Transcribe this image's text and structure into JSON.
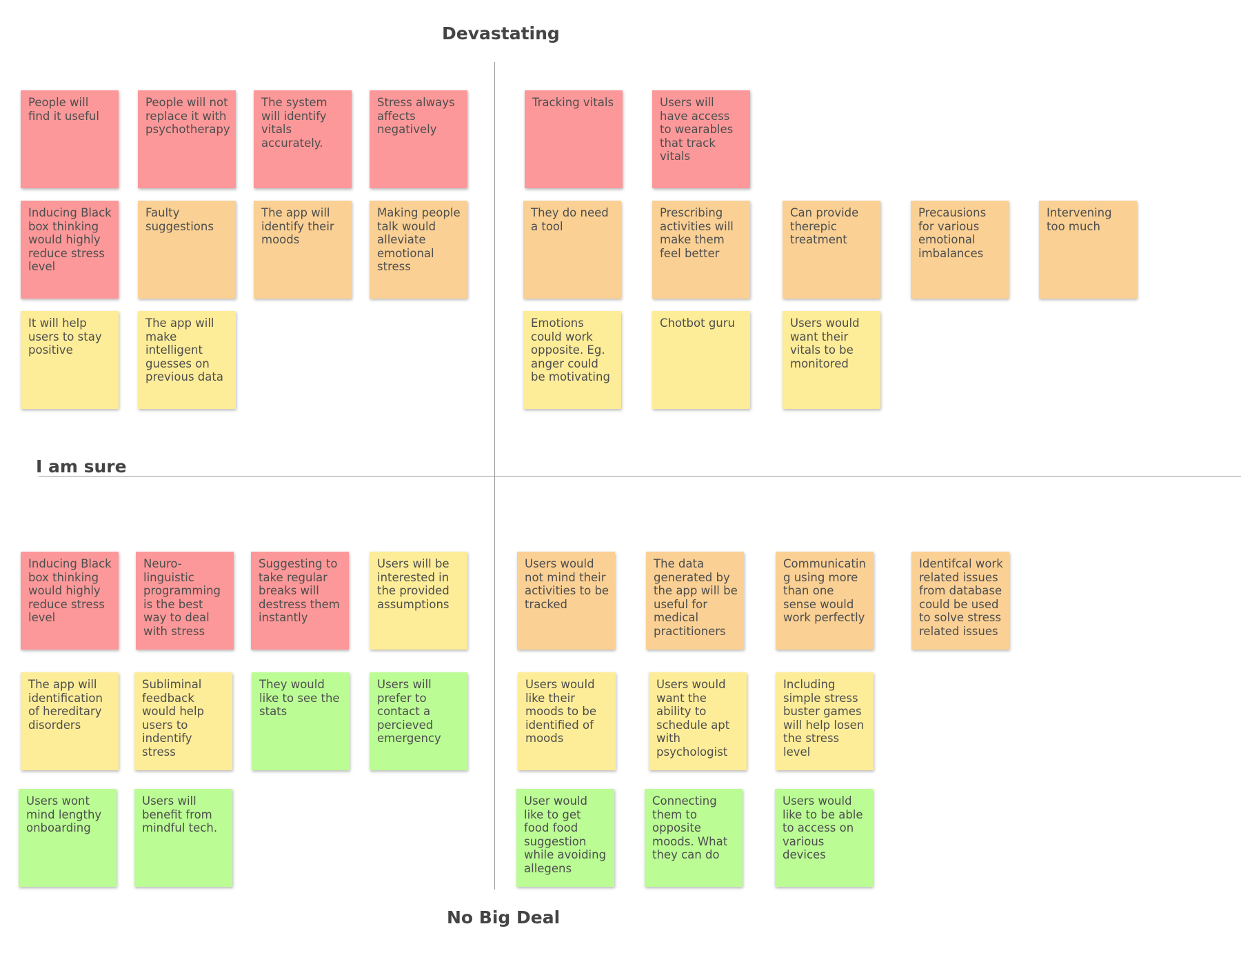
{
  "colors": {
    "red": "#fc9899",
    "orange": "#fad094",
    "yellow": "#fdec98",
    "green": "#bbfc95"
  },
  "axes": {
    "top": "Devastating",
    "bottom": "No Big Deal",
    "left": "I am sure"
  },
  "quadrants": {
    "top_left": {
      "rows": [
        [
          {
            "text": "People will find it useful",
            "color": "red"
          },
          {
            "text": "People will not replace it with psychotherapy",
            "color": "red"
          },
          {
            "text": "The system will identify vitals accurately.",
            "color": "red"
          },
          {
            "text": "Stress always affects negatively",
            "color": "red"
          }
        ],
        [
          {
            "text": "Inducing Black box thinking would highly reduce stress level",
            "color": "red"
          },
          {
            "text": "Faulty suggestions",
            "color": "orange"
          },
          {
            "text": "The app will identify their moods",
            "color": "orange"
          },
          {
            "text": "Making people talk would alleviate emotional stress",
            "color": "orange"
          }
        ],
        [
          {
            "text": "It will help users to stay positive",
            "color": "yellow"
          },
          {
            "text": "The app will make intelligent guesses on previous data",
            "color": "yellow"
          }
        ]
      ]
    },
    "top_right": {
      "rows": [
        [
          {
            "text": "Tracking vitals",
            "color": "red"
          },
          {
            "text": "Users will have access to wearables that track vitals",
            "color": "red"
          }
        ],
        [
          {
            "text": "They do need a tool",
            "color": "orange"
          },
          {
            "text": "Prescribing activities will make them feel better",
            "color": "orange"
          },
          {
            "text": "Can provide therepic treatment",
            "color": "orange"
          },
          {
            "text": "Precausions for various emotional imbalances",
            "color": "orange"
          },
          {
            "text": "Intervening too much",
            "color": "orange"
          }
        ],
        [
          {
            "text": "Emotions could work opposite. Eg. anger could be motivating",
            "color": "yellow"
          },
          {
            "text": "Chotbot guru",
            "color": "yellow"
          },
          {
            "text": "Users would want their vitals to be monitored",
            "color": "yellow"
          }
        ]
      ]
    },
    "bottom_left": {
      "rows": [
        [
          {
            "text": "Inducing Black box thinking would highly reduce stress level",
            "color": "red"
          },
          {
            "text": "Neuro-linguistic programming is the best way to deal with stress",
            "color": "red"
          },
          {
            "text": "Suggesting to take regular breaks will destress them instantly",
            "color": "red"
          },
          {
            "text": "Users will be interested in the provided assumptions",
            "color": "yellow"
          }
        ],
        [
          {
            "text": "The app will identification of hereditary disorders",
            "color": "yellow"
          },
          {
            "text": "Subliminal feedback would help users to indentify stress",
            "color": "yellow"
          },
          {
            "text": "They would like to see the stats",
            "color": "green"
          },
          {
            "text": "Users will prefer to contact a percieved emergency",
            "color": "green"
          }
        ],
        [
          {
            "text": "Users wont mind lengthy onboarding",
            "color": "green"
          },
          {
            "text": "Users will benefit from mindful tech.",
            "color": "green"
          }
        ]
      ]
    },
    "bottom_right": {
      "rows": [
        [
          {
            "text": "Users would not mind their activities to be tracked",
            "color": "orange"
          },
          {
            "text": "The data generated by the app will be useful for medical practitioners",
            "color": "orange"
          },
          {
            "text": "Communicating using more than one sense would work perfectly",
            "color": "orange"
          },
          {
            "text": "Identifcal work related issues from database could be used to solve stress related issues",
            "color": "orange"
          }
        ],
        [
          {
            "text": "Users would like their moods to be identified of moods",
            "color": "yellow"
          },
          {
            "text": "Users would want the ability to schedule apt with psychologist",
            "color": "yellow"
          },
          {
            "text": "Including simple stress buster games will help losen the stress level",
            "color": "yellow"
          }
        ],
        [
          {
            "text": "User would like to get food food suggestion while avoiding allegens",
            "color": "green"
          },
          {
            "text": "Connecting them to opposite moods. What they can do",
            "color": "green"
          },
          {
            "text": "Users would like to be able to access on various devices",
            "color": "green"
          }
        ]
      ]
    }
  }
}
